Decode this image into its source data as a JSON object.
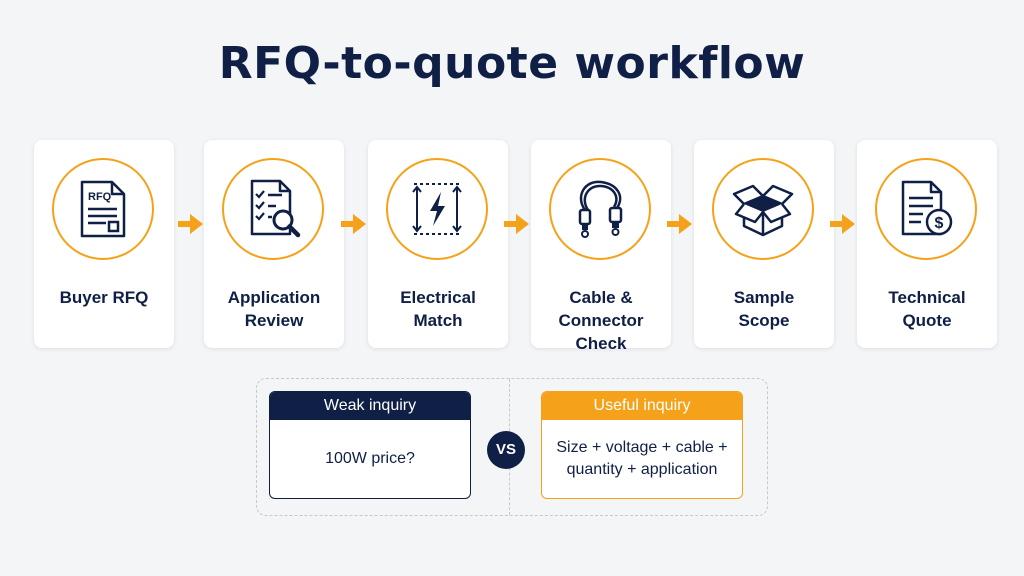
{
  "title": "RFQ-to-quote workflow",
  "colors": {
    "navy": "#0f1f45",
    "accent": "#f5a21a",
    "background": "#f4f5f7"
  },
  "steps": [
    {
      "label": "Buyer RFQ",
      "icon": "rfq-document-icon",
      "icon_text": "RFQ"
    },
    {
      "label": "Application\nReview",
      "icon": "checklist-magnifier-icon"
    },
    {
      "label": "Electrical\nMatch",
      "icon": "lightning-bolt-icon"
    },
    {
      "label": "Cable &\nConnector Check",
      "icon": "cable-connector-icon"
    },
    {
      "label": "Sample\nScope",
      "icon": "open-box-icon"
    },
    {
      "label": "Technical\nQuote",
      "icon": "quote-document-dollar-icon",
      "icon_text": "$"
    }
  ],
  "comparison": {
    "weak": {
      "header": "Weak inquiry",
      "text": "100W price?"
    },
    "vs": "VS",
    "useful": {
      "header": "Useful inquiry",
      "text": "Size + voltage + cable +\nquantity + application"
    }
  }
}
